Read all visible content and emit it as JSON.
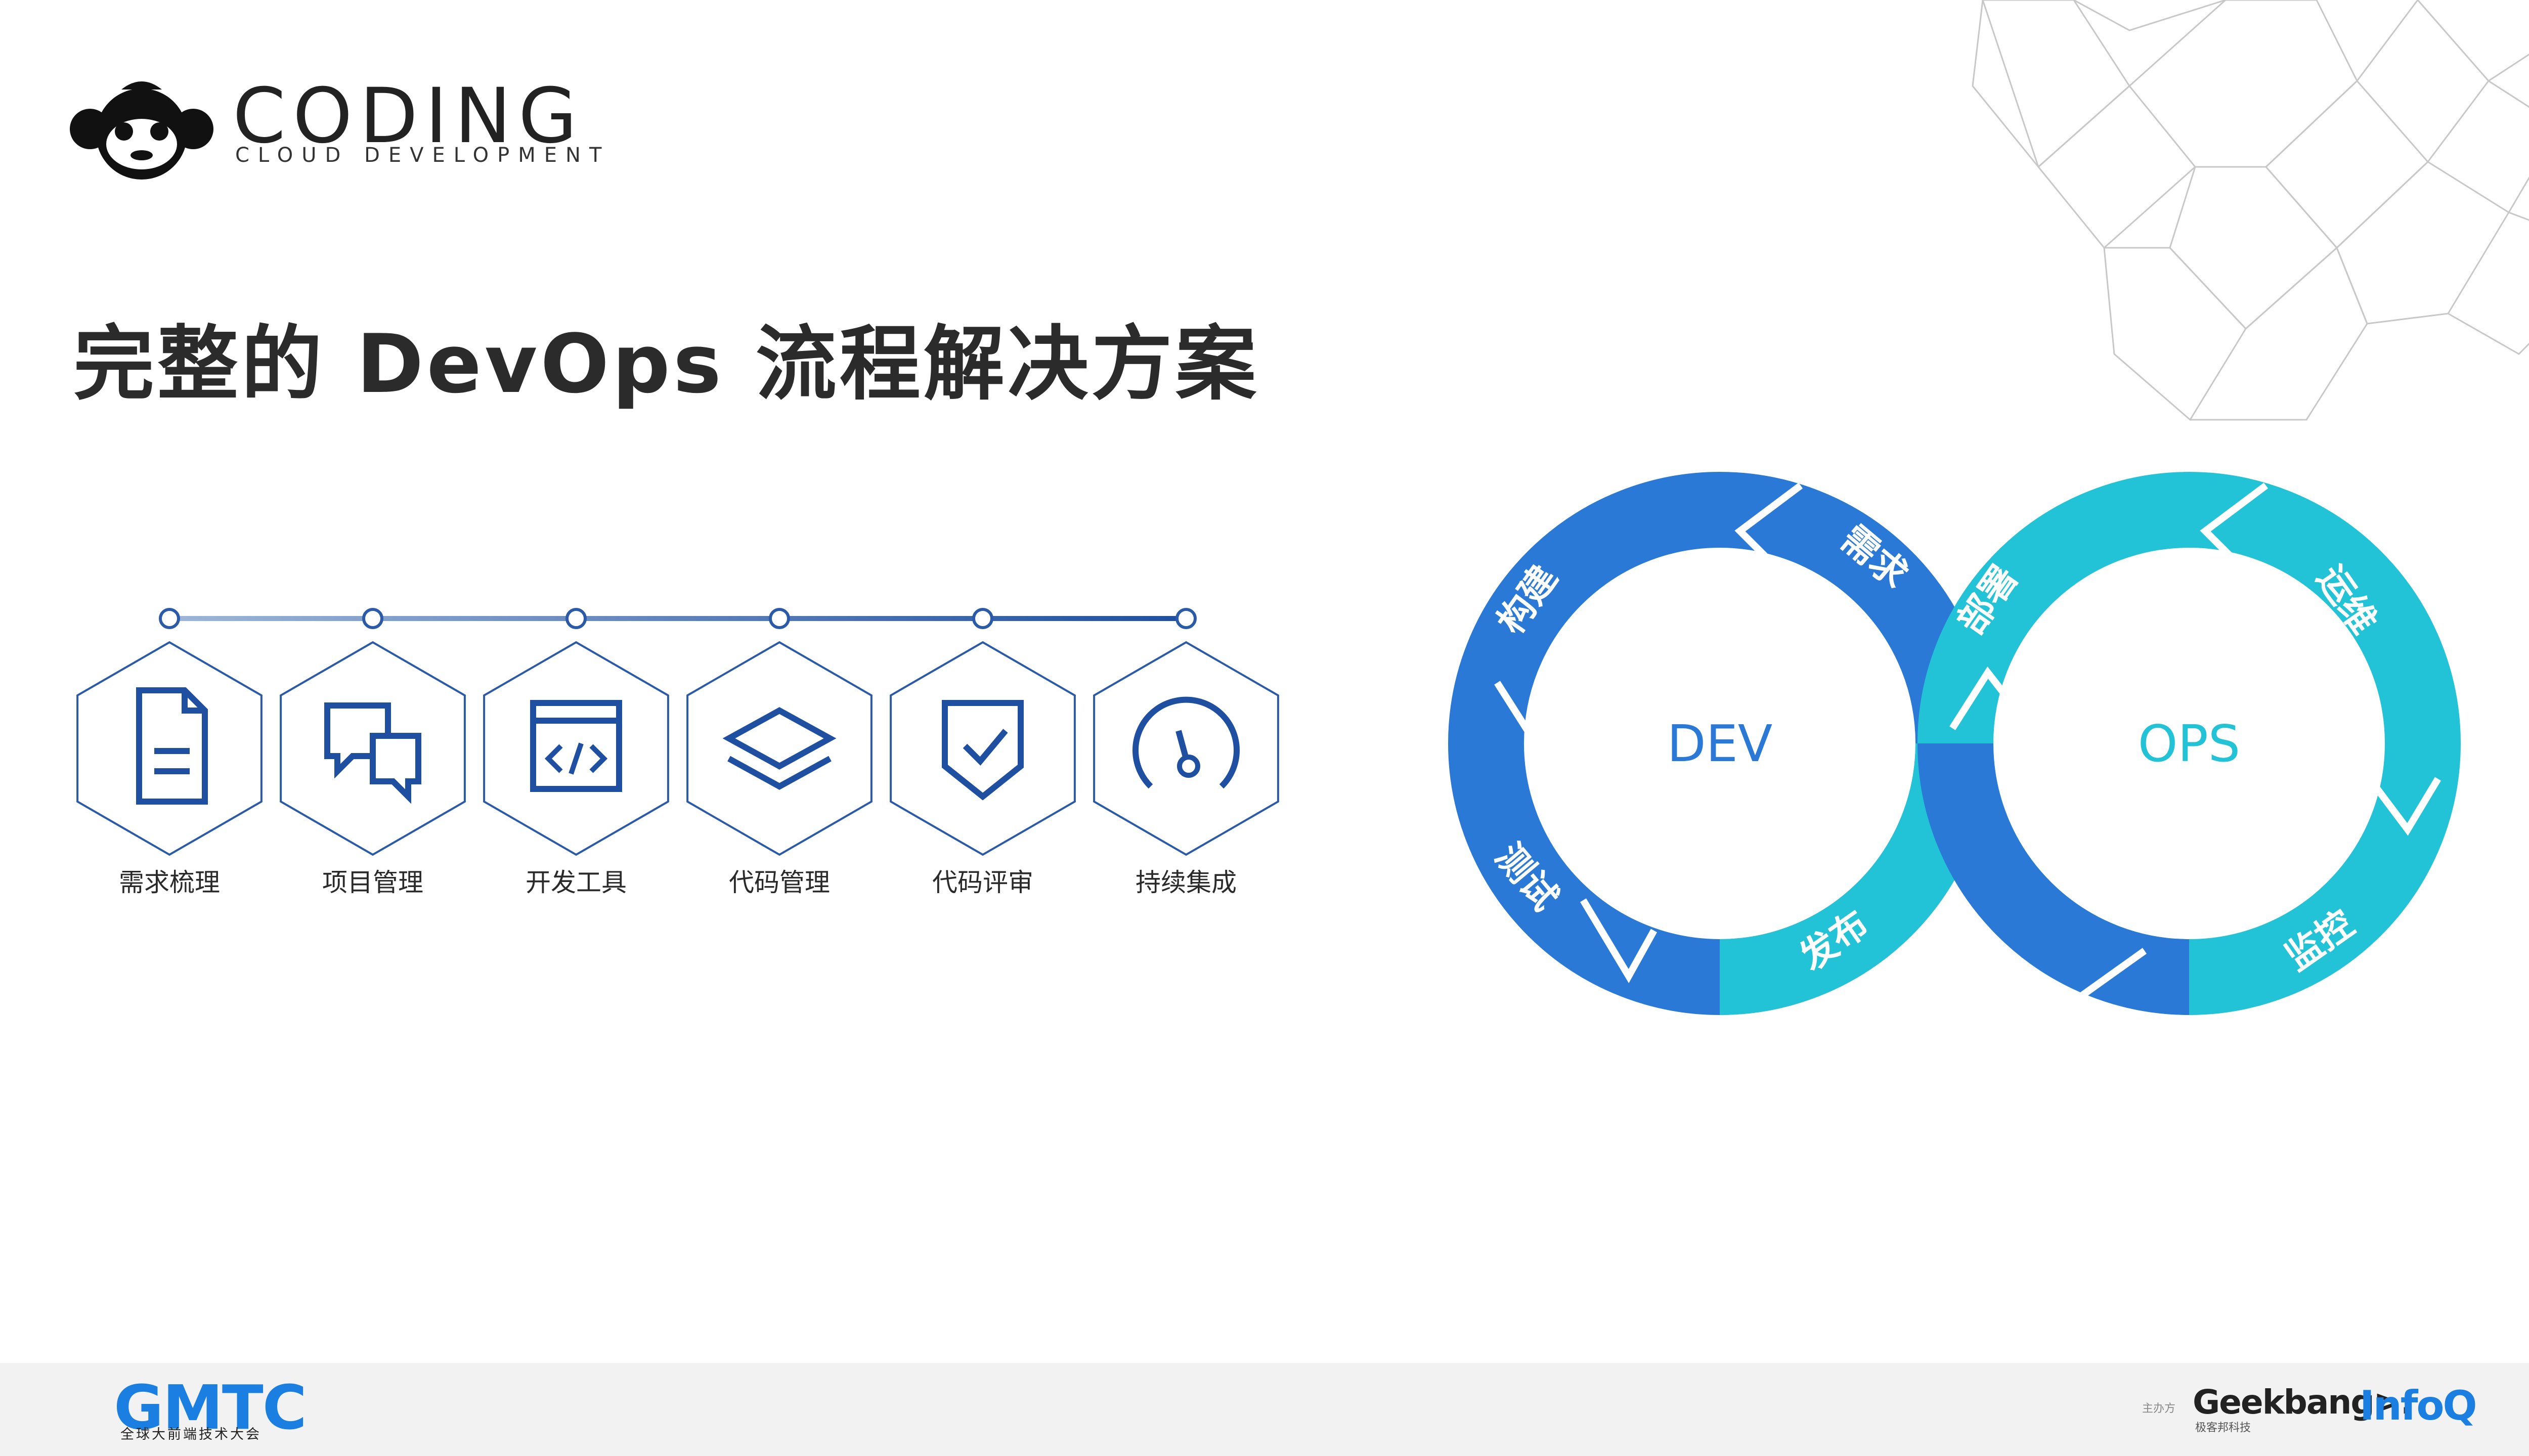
{
  "logo": {
    "word": "CODING",
    "subtitle": "CLOUD DEVELOPMENT"
  },
  "title": "完整的 DevOps 流程解决方案",
  "steps": [
    {
      "label": "需求梳理",
      "icon": "document-icon"
    },
    {
      "label": "项目管理",
      "icon": "chat-bubbles-icon"
    },
    {
      "label": "开发工具",
      "icon": "code-window-icon"
    },
    {
      "label": "代码管理",
      "icon": "layers-icon"
    },
    {
      "label": "代码评审",
      "icon": "shield-check-icon"
    },
    {
      "label": "持续集成",
      "icon": "gauge-icon"
    }
  ],
  "cycle": {
    "dev_label": "DEV",
    "ops_label": "OPS",
    "dev_stages": [
      "需求",
      "构建",
      "测试",
      "发布"
    ],
    "ops_stages": [
      "部署",
      "运维",
      "监控"
    ]
  },
  "colors": {
    "dev_blue": "#2a79d6",
    "ops_cyan": "#22c3d6",
    "timeline": "#2b5aa8",
    "icon_blue": "#1e4fa0"
  },
  "footer": {
    "gmtc": "GMTC",
    "gmtc_subtitle": "全球大前端技术大会",
    "host_label": "主办方",
    "geekbang": "Geekbang>.",
    "geekbang_subtitle": "极客邦科技",
    "infoq": "InfoQ"
  }
}
